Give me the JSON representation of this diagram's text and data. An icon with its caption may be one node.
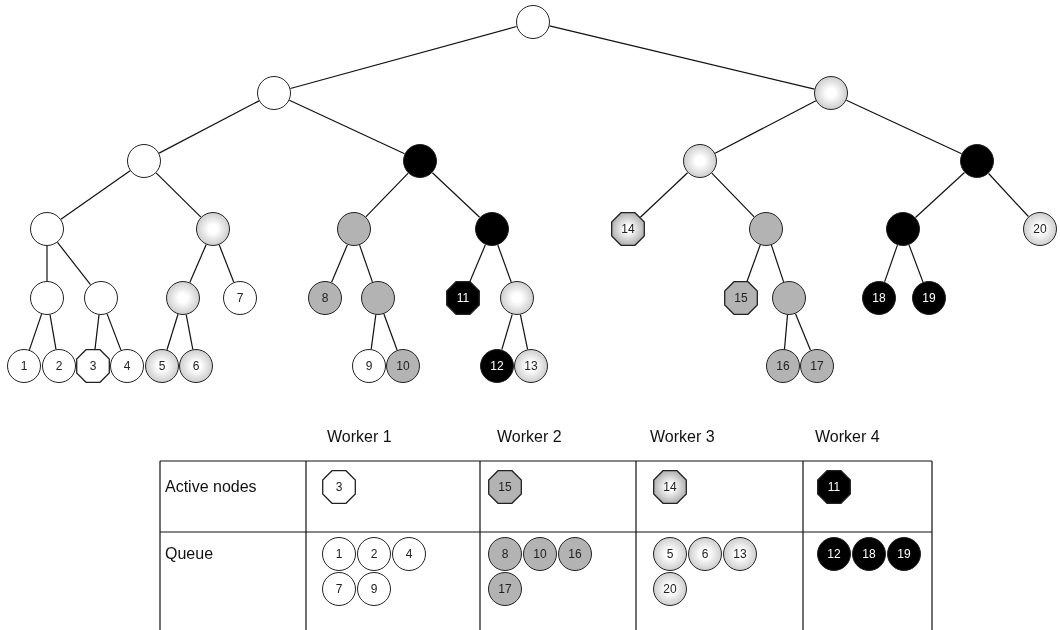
{
  "diagram": {
    "nodes": [
      {
        "text": [],
        "shape": "circle"
      },
      {
        "text": [],
        "shape": "circle"
      },
      {
        "text": [],
        "shape": "circle"
      },
      {
        "text": [],
        "shape": "circle"
      },
      {
        "text": [],
        "shape": "circle"
      },
      {
        "text": [],
        "shape": "circle"
      },
      {
        "text": [],
        "shape": "circle"
      },
      {
        "text": [],
        "shape": "circle"
      },
      {
        "text": [],
        "shape": "circle"
      },
      {
        "text": [],
        "shape": "circle"
      },
      {
        "text": [],
        "shape": "circle"
      },
      {
        "text": [
          "14"
        ]
      },
      {
        "text": [],
        "shape": "circle"
      },
      {
        "text": [],
        "shape": "circle"
      },
      {
        "text": [
          "20"
        ]
      },
      {
        "text": [],
        "shape": "circle"
      },
      {
        "text": [],
        "shape": "circle"
      },
      {
        "text": [],
        "shape": "circle"
      },
      {
        "text": [
          "7"
        ]
      },
      {
        "text": [
          "8"
        ]
      },
      {
        "text": [],
        "shape": "circle"
      },
      {
        "text": [
          "11"
        ]
      },
      {
        "text": [],
        "shape": "circle"
      },
      {
        "text": [
          "15"
        ]
      },
      {
        "text": [],
        "shape": "circle"
      },
      {
        "text": [
          "18"
        ]
      },
      {
        "text": [
          "19"
        ]
      },
      {
        "text": [
          "1"
        ]
      },
      {
        "text": [
          "2"
        ]
      },
      {
        "text": [
          "3"
        ]
      },
      {
        "text": [
          "4"
        ]
      },
      {
        "text": [
          "5"
        ]
      },
      {
        "text": [
          "6"
        ]
      },
      {
        "text": [
          "9"
        ]
      },
      {
        "text": [
          "10"
        ]
      },
      {
        "text": [
          "12"
        ]
      },
      {
        "text": [
          "13"
        ]
      },
      {
        "text": [
          "16"
        ]
      },
      {
        "text": [
          "17"
        ]
      },
      {
        "text": [
          "3"
        ]
      },
      {
        "text": [
          "15"
        ]
      },
      {
        "text": [
          "14"
        ]
      },
      {
        "text": [
          "11"
        ]
      },
      {
        "text": [
          "1"
        ]
      },
      {
        "text": [
          "2"
        ]
      },
      {
        "text": [
          "4"
        ]
      },
      {
        "text": [
          "7"
        ]
      },
      {
        "text": [
          "9"
        ]
      },
      {
        "text": [
          "8"
        ]
      },
      {
        "text": [
          "10"
        ]
      },
      {
        "text": [
          "16"
        ]
      },
      {
        "text": [
          "17"
        ]
      },
      {
        "text": [
          "5"
        ]
      },
      {
        "text": [
          "6"
        ]
      },
      {
        "text": [
          "13"
        ]
      },
      {
        "text": [
          "20"
        ]
      },
      {
        "text": [
          "12"
        ]
      },
      {
        "text": [
          "18"
        ]
      },
      {
        "text": [
          "19"
        ]
      }
    ],
    "edges": [
      {
        "from": 0,
        "to": 1,
        "arrow": "none"
      },
      {
        "from": 0,
        "to": 2,
        "arrow": "none"
      },
      {
        "from": 1,
        "to": 3,
        "arrow": "none"
      },
      {
        "from": 1,
        "to": 4,
        "arrow": "none"
      },
      {
        "from": 2,
        "to": 5,
        "arrow": "none"
      },
      {
        "from": 2,
        "to": 6,
        "arrow": "none"
      },
      {
        "from": 3,
        "to": 7,
        "arrow": "none"
      },
      {
        "from": 3,
        "to": 8,
        "arrow": "none"
      },
      {
        "from": 4,
        "to": 9,
        "arrow": "none"
      },
      {
        "from": 4,
        "to": 10,
        "arrow": "none"
      },
      {
        "from": 5,
        "to": 11,
        "arrow": "none"
      },
      {
        "from": 5,
        "to": 12,
        "arrow": "none"
      },
      {
        "from": 6,
        "to": 13,
        "arrow": "none"
      },
      {
        "from": 6,
        "to": 14,
        "arrow": "none"
      },
      {
        "from": 7,
        "to": 15,
        "arrow": "none"
      },
      {
        "from": 7,
        "to": 16,
        "arrow": "none"
      },
      {
        "from": 8,
        "to": 17,
        "arrow": "none"
      },
      {
        "from": 8,
        "to": 18,
        "arrow": "none"
      },
      {
        "from": 9,
        "to": 19,
        "arrow": "none"
      },
      {
        "from": 9,
        "to": 20,
        "arrow": "none"
      },
      {
        "from": 10,
        "to": 21,
        "arrow": "none"
      },
      {
        "from": 10,
        "to": 22,
        "arrow": "none"
      },
      {
        "from": 12,
        "to": 23,
        "arrow": "none"
      },
      {
        "from": 12,
        "to": 24,
        "arrow": "none"
      },
      {
        "from": 13,
        "to": 25,
        "arrow": "none"
      },
      {
        "from": 13,
        "to": 26,
        "arrow": "none"
      },
      {
        "from": 15,
        "to": 27,
        "arrow": "none"
      },
      {
        "from": 15,
        "to": 28,
        "arrow": "none"
      },
      {
        "from": 16,
        "to": 29,
        "arrow": "none"
      },
      {
        "from": 16,
        "to": 30,
        "arrow": "none"
      },
      {
        "from": 17,
        "to": 31,
        "arrow": "none"
      },
      {
        "from": 17,
        "to": 32,
        "arrow": "none"
      },
      {
        "from": 20,
        "to": 33,
        "arrow": "none"
      },
      {
        "from": 20,
        "to": 34,
        "arrow": "none"
      },
      {
        "from": 22,
        "to": 35,
        "arrow": "none"
      },
      {
        "from": 22,
        "to": 36,
        "arrow": "none"
      },
      {
        "from": 24,
        "to": 37,
        "arrow": "none"
      },
      {
        "from": 24,
        "to": 38,
        "arrow": "none"
      }
    ],
    "labels": [
      "Worker 1",
      "Worker 2",
      "Worker 3",
      "Worker 4",
      "Active nodes",
      "Queue"
    ]
  }
}
